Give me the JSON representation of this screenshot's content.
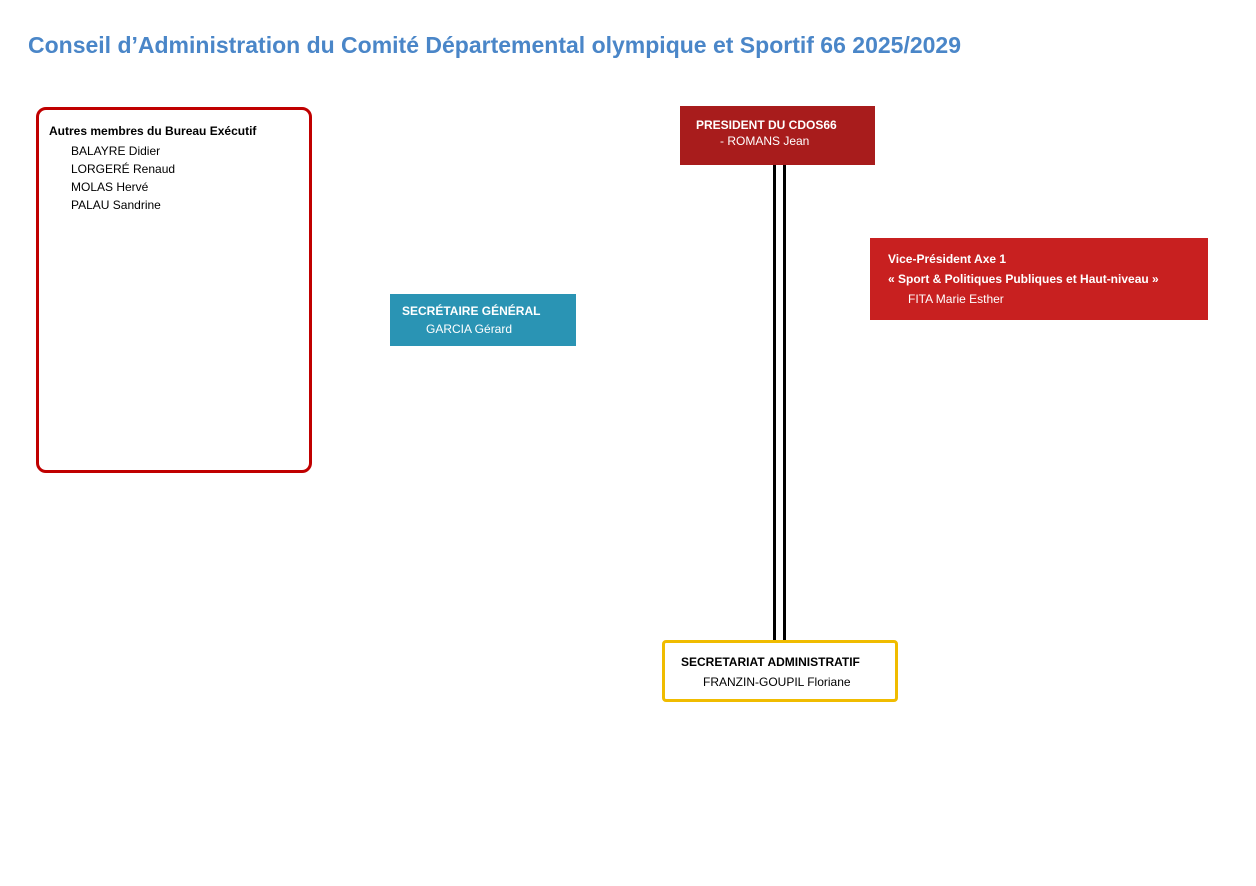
{
  "title": "Conseil d’Administration du Comité Départemental olympique et Sportif 66 2025/2029",
  "president": {
    "title": "PRESIDENT DU CDOS66",
    "name": "- ROMANS Jean"
  },
  "bureau": {
    "heading": "Autres membres du Bureau Exécutif",
    "members": [
      "BALAYRE Didier",
      "LORGERÉ Renaud",
      "MOLAS Hervé",
      "PALAU Sandrine"
    ]
  },
  "sg": {
    "title": "SECRÉTAIRE GÉNÉRAL",
    "name": "GARCIA Gérard"
  },
  "vp1": {
    "title": "Vice-Président Axe 1",
    "theme": "« Sport & Politiques Publiques et Haut-niveau »",
    "name": "FITA Marie Esther"
  },
  "secadm": {
    "title": "SECRETARIAT ADMINISTRATIF",
    "name": "FRANZIN-GOUPIL Floriane"
  }
}
